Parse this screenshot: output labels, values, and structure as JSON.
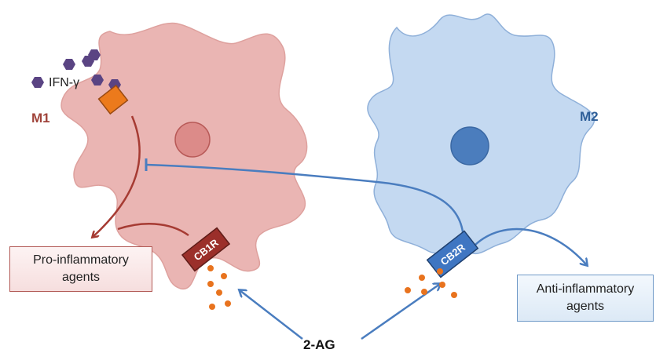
{
  "labels": {
    "m1": "M1",
    "m2": "M2",
    "ifn": "IFN-γ",
    "two_ag": "2-AG",
    "cb1r": "CB1R",
    "cb2r": "CB2R"
  },
  "boxes": {
    "pro_line1": "Pro-inflammatory",
    "pro_line2": "agents",
    "anti_line1": "Anti-inflammatory",
    "anti_line2": "agents"
  },
  "colors": {
    "m1_cell": "#eab5b3",
    "m2_cell": "#c4d9f1",
    "orange": "#e8731e",
    "purple": "#5a4483",
    "m1_arrow": "#a63b33",
    "blue_arrow": "#4a7dbf"
  }
}
